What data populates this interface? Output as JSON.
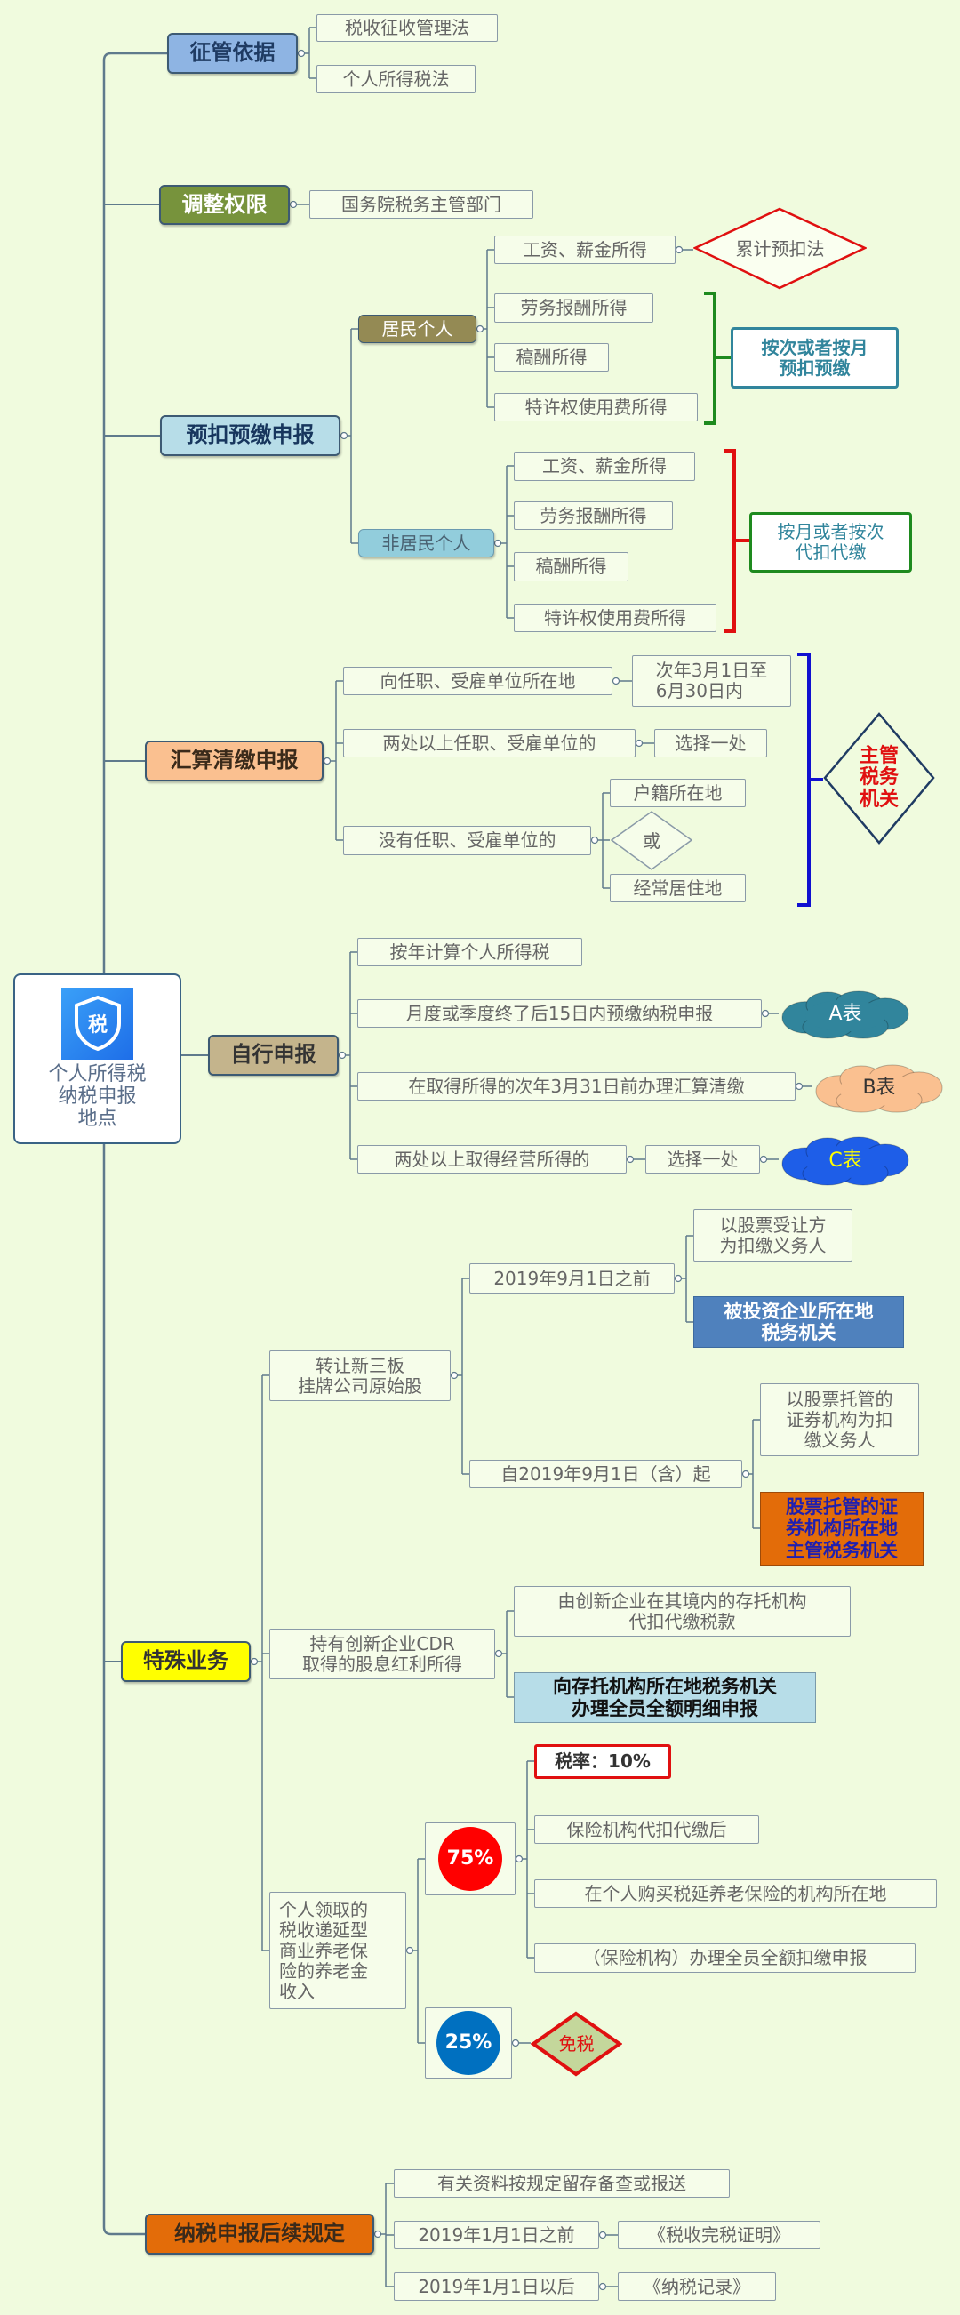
{
  "center": {
    "title": "个人所得税\n纳税申报\n地点",
    "icon_char": "税"
  },
  "basis": {
    "label": "征管依据",
    "items": [
      "税收征收管理法",
      "个人所得税法"
    ]
  },
  "authority": {
    "label": "调整权限",
    "items": [
      "国务院税务主管部门"
    ]
  },
  "prepay": {
    "label": "预扣预缴申报",
    "resident": {
      "label": "居民个人",
      "items": [
        "工资、薪金所得",
        "劳务报酬所得",
        "稿酬所得",
        "特许权使用费所得"
      ],
      "wage_method": "累计预扣法",
      "note": "按次或者按月\n预扣预缴"
    },
    "nonresident": {
      "label": "非居民个人",
      "items": [
        "工资、薪金所得",
        "劳务报酬所得",
        "稿酬所得",
        "特许权使用费所得"
      ],
      "note": "按月或者按次\n代扣代缴"
    }
  },
  "settlement": {
    "label": "汇算清缴申报",
    "items": [
      "向任职、受雇单位所在地",
      "两处以上任职、受雇单位的",
      "没有任职、受雇单位的"
    ],
    "period": "次年3月1日至\n6月30日内",
    "choose": "选择一处",
    "place1": "户籍所在地",
    "or": "或",
    "place2": "经常居住地",
    "authority": "主管\n税务\n机关"
  },
  "self": {
    "label": "自行申报",
    "items": [
      "按年计算个人所得税",
      "月度或季度终了后15日内预缴纳税申报",
      "在取得所得的次年3月31日前办理汇算清缴",
      "两处以上取得经营所得的"
    ],
    "choose": "选择一处",
    "forms": [
      "A表",
      "B表",
      "C表"
    ]
  },
  "special": {
    "label": "特殊业务",
    "neeq": {
      "label": "转让新三板\n挂牌公司原始股",
      "before": "2019年9月1日之前",
      "before_items": [
        "以股票受让方\n为扣缴义务人",
        "被投资企业所在地\n税务机关"
      ],
      "after": "自2019年9月1日（含）起",
      "after_items": [
        "以股票托管的\n证券机构为扣\n缴义务人",
        "股票托管的证\n券机构所在地\n主管税务机关"
      ]
    },
    "cdr": {
      "label": "持有创新企业CDR\n取得的股息红利所得",
      "items": [
        "由创新企业在其境内的存托机构\n代扣代缴税款",
        "向存托机构所在地税务机关\n办理全员全额明细申报"
      ]
    },
    "pension": {
      "label": "个人领取的\n税收递延型\n商业养老保\n险的养老金\n收入",
      "p75": "75%",
      "p25": "25%",
      "items75": [
        "税率：10%",
        "保险机构代扣代缴后",
        "在个人购买税延养老保险的机构所在地",
        "（保险机构）办理全员全额扣缴申报"
      ],
      "exempt": "免税"
    }
  },
  "followup": {
    "label": "纳税申报后续规定",
    "items": [
      "有关资料按规定留存备查或报送",
      "2019年1月1日之前",
      "2019年1月1日以后"
    ],
    "docs": [
      "《税收完税证明》",
      "《纳税记录》"
    ]
  },
  "colors": {
    "background": "#f0fbde",
    "line": "#5f7a8c",
    "green": "#1e8a1e",
    "red": "#e01010",
    "blue": "#1010d0"
  }
}
